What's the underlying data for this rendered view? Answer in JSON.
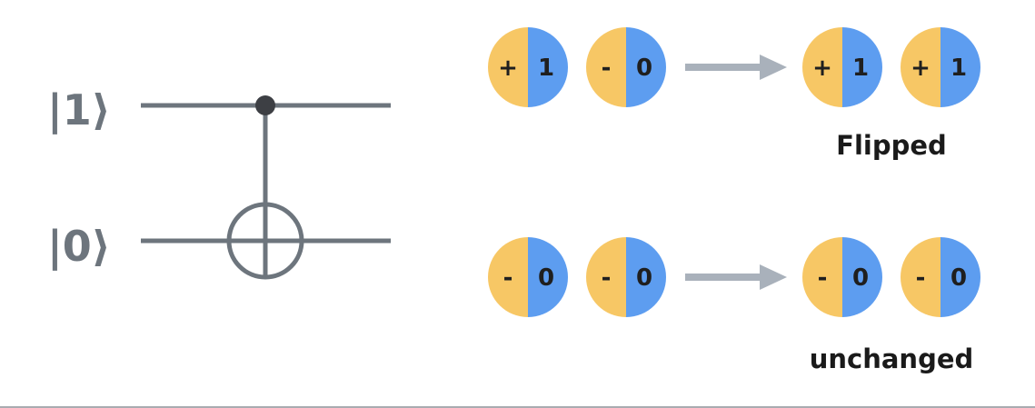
{
  "circuit": {
    "control_ket": "|1⟩",
    "target_ket": "|0⟩"
  },
  "rows": [
    {
      "inputs": [
        {
          "sign": "+",
          "bit": "1"
        },
        {
          "sign": "-",
          "bit": "0"
        }
      ],
      "outputs": [
        {
          "sign": "+",
          "bit": "1"
        },
        {
          "sign": "+",
          "bit": "1"
        }
      ],
      "caption": "Flipped"
    },
    {
      "inputs": [
        {
          "sign": "-",
          "bit": "0"
        },
        {
          "sign": "-",
          "bit": "0"
        }
      ],
      "outputs": [
        {
          "sign": "-",
          "bit": "0"
        },
        {
          "sign": "-",
          "bit": "0"
        }
      ],
      "caption": "unchanged"
    }
  ],
  "colors": {
    "wire": "#6d757d",
    "orb_left": "#f7c765",
    "orb_right": "#5d9df0",
    "arrow": "#a9b1bb"
  }
}
